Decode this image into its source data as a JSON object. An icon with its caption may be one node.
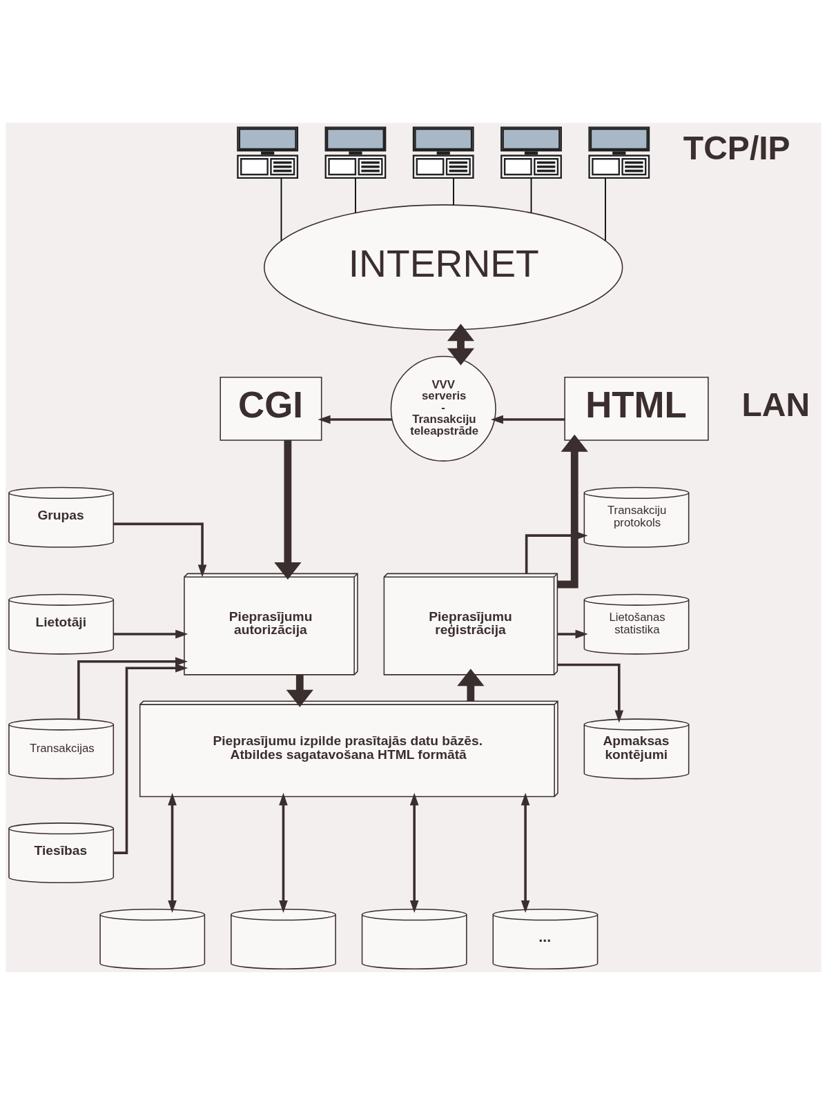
{
  "diagram": {
    "nodes": [
      {
        "text": [],
        "shape": "picture"
      },
      {
        "text": [],
        "shape": "picture"
      },
      {
        "text": [],
        "shape": "picture"
      },
      {
        "text": [],
        "shape": "picture"
      },
      {
        "text": [],
        "shape": "picture"
      },
      {
        "text": [
          "INTERNET"
        ]
      },
      {
        "text": [
          "CGI"
        ]
      },
      {
        "text": [
          "VVV serveris - Transakciju teleapstrāde"
        ]
      },
      {
        "text": [
          "HTML"
        ]
      },
      {
        "text": [
          "Grupas"
        ]
      },
      {
        "text": [
          "Pieprasījumu autorizācija"
        ]
      },
      {
        "text": [
          "Pieprasījumu reģistrācija"
        ]
      },
      {
        "text": [
          "Transakciju protokols"
        ]
      },
      {
        "text": [
          "Lietotāji"
        ]
      },
      {
        "text": [
          "Lietošanas statistika"
        ]
      },
      {
        "text": [
          "Transakcijas"
        ]
      },
      {
        "text": [
          "Pieprasījumu izpilde prasītajās datu bāzēs. Atbildes sagatavošana HTML formātā"
        ]
      },
      {
        "text": [
          "Apmaksas kontējumi"
        ]
      },
      {
        "text": [
          "Tiesības"
        ]
      },
      {
        "text": [],
        "shape": "cylinder"
      },
      {
        "text": [],
        "shape": "cylinder"
      },
      {
        "text": [],
        "shape": "cylinder"
      },
      {
        "text": [
          "..."
        ]
      }
    ],
    "edges": [
      {
        "from": 0,
        "to": 5,
        "arrow": "none",
        "color": "#000000"
      },
      {
        "from": 1,
        "to": 5,
        "arrow": "none",
        "color": "#000000"
      },
      {
        "from": 2,
        "to": 5,
        "arrow": "none",
        "color": "#000000"
      },
      {
        "from": 3,
        "to": 5,
        "arrow": "none",
        "color": "#000000"
      },
      {
        "from": 4,
        "to": 5,
        "arrow": "none",
        "color": "#000000"
      },
      {
        "from": 5,
        "to": 7,
        "arrow": "both",
        "style": "thick"
      },
      {
        "from": 8,
        "to": 7,
        "arrow": "to"
      },
      {
        "from": 7,
        "to": 6,
        "arrow": "to"
      },
      {
        "from": 6,
        "to": 10,
        "arrow": "to",
        "style": "thick"
      },
      {
        "from": 10,
        "to": 16,
        "arrow": "to",
        "style": "thick"
      },
      {
        "from": 16,
        "to": 11,
        "arrow": "to",
        "style": "thick"
      },
      {
        "from": 11,
        "to": 8,
        "arrow": "to",
        "style": "thick"
      },
      {
        "from": 9,
        "to": 10,
        "arrow": "to"
      },
      {
        "from": 13,
        "to": 10,
        "arrow": "to"
      },
      {
        "from": 15,
        "to": 10,
        "arrow": "to"
      },
      {
        "from": 18,
        "to": 10,
        "arrow": "to"
      },
      {
        "from": 11,
        "to": 12,
        "arrow": "to"
      },
      {
        "from": 11,
        "to": 14,
        "arrow": "to"
      },
      {
        "from": 11,
        "to": 17,
        "arrow": "to"
      },
      {
        "from": 16,
        "to": 19,
        "arrow": "both"
      },
      {
        "from": 16,
        "to": 20,
        "arrow": "both"
      },
      {
        "from": 16,
        "to": 21,
        "arrow": "both"
      },
      {
        "from": 16,
        "to": 22,
        "arrow": "both"
      }
    ],
    "labels": [
      "TCP/IP",
      "LAN"
    ]
  }
}
